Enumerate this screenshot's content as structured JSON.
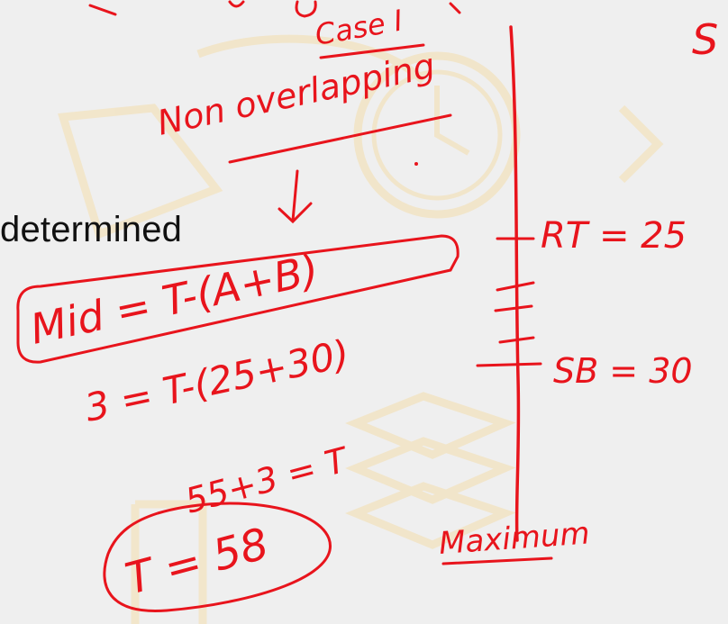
{
  "slide": {
    "visible_text": "determined"
  },
  "annotations": {
    "case_label": "Case I",
    "title": "Non overlapping",
    "formula": "Mid = T-(A+B)",
    "substitution": "3 = T-(25+30)",
    "sum": "55+3 = T",
    "result": "T = 58",
    "mark_rt": "RT = 25",
    "mark_sb": "SB = 30",
    "axis_label": "Maximum",
    "corner_fragment": "S"
  },
  "colors": {
    "ink": "#e8141c",
    "background": "#efefef",
    "watermark": "#f3e6cc"
  }
}
